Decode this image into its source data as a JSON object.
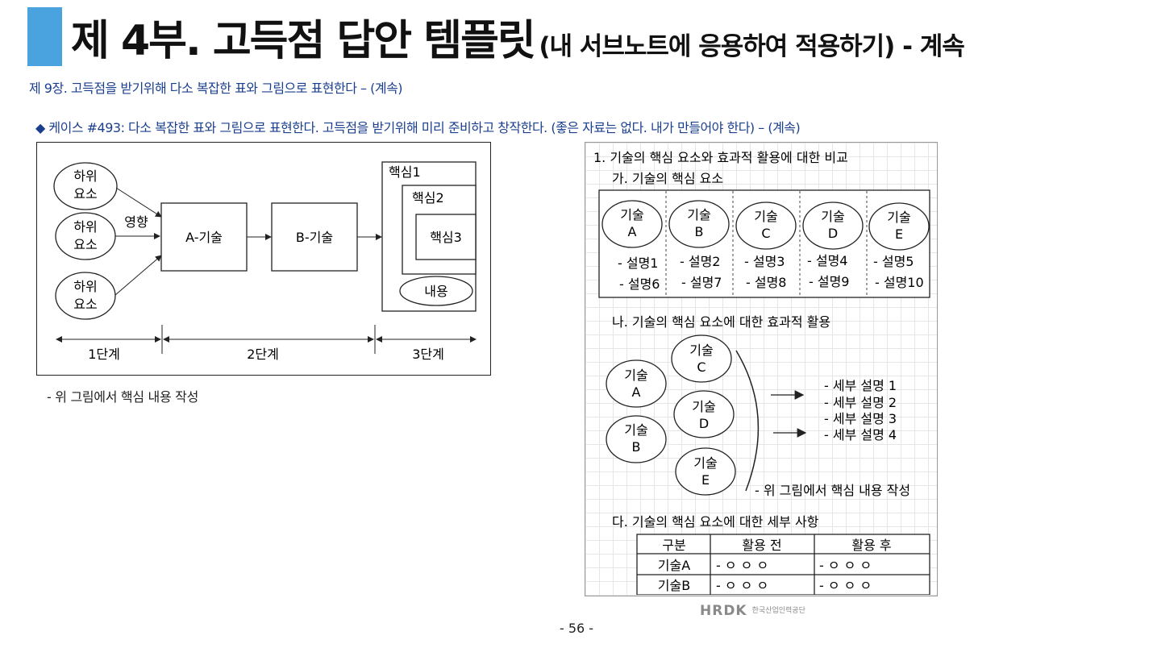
{
  "header": {
    "title_main": "제 4부. 고득점 답안 템플릿",
    "title_suffix": "(내 서브노트에 응용하여 적용하기) - 계속"
  },
  "subtitle": "제 9장. 고득점을 받기위해 다소 복잡한 표와 그림으로 표현한다 – (계속)",
  "case_line": "◆ 케이스 #493: 다소 복잡한 표와 그림으로 표현한다. 고득점을 받기위해 미리 준비하고 창작한다. (좋은 자료는 없다. 내가 만들어야 한다) – (계속)",
  "left_diagram": {
    "sub_elements": [
      "하위",
      "요소"
    ],
    "influence": "영향",
    "tech_a": "A-기술",
    "tech_b": "B-기술",
    "core1": "핵심1",
    "core2": "핵심2",
    "core3": "핵심3",
    "content": "내용",
    "stages": [
      "1단계",
      "2단계",
      "3단계"
    ],
    "note": "- 위 그림에서 핵심 내용 작성"
  },
  "right_panel": {
    "heading": "1. 기술의 핵심 요소와 효과적 활용에 대한 비교",
    "section_a": "가. 기술의 핵심 요소",
    "techs": [
      {
        "line1": "기술",
        "line2": "A",
        "desc1": "- 설명1",
        "desc2": "- 설명6"
      },
      {
        "line1": "기술",
        "line2": "B",
        "desc1": "- 설명2",
        "desc2": "- 설명7"
      },
      {
        "line1": "기술",
        "line2": "C",
        "desc1": "- 설명3",
        "desc2": "- 설명8"
      },
      {
        "line1": "기술",
        "line2": "D",
        "desc1": "- 설명4",
        "desc2": "- 설명9"
      },
      {
        "line1": "기술",
        "line2": "E",
        "desc1": "- 설명5",
        "desc2": "- 설명10"
      }
    ],
    "section_b": "나. 기술의 핵심 요소에 대한 효과적 활용",
    "b_techs": [
      {
        "line1": "기술",
        "line2": "C"
      },
      {
        "line1": "기술",
        "line2": "A"
      },
      {
        "line1": "기술",
        "line2": "D"
      },
      {
        "line1": "기술",
        "line2": "B"
      },
      {
        "line1": "기술",
        "line2": "E"
      }
    ],
    "details": [
      "- 세부 설명 1",
      "- 세부 설명 2",
      "- 세부 설명 3",
      "- 세부 설명 4"
    ],
    "b_note": "- 위 그림에서 핵심 내용 작성",
    "section_c": "다. 기술의 핵심 요소에 대한 세부 사항",
    "table": {
      "headers": [
        "구분",
        "활용 전",
        "활용 후"
      ],
      "rows": [
        [
          "기술A",
          "- ㅇ ㅇ ㅇ",
          "- ㅇ ㅇ ㅇ"
        ],
        [
          "기술B",
          "- ㅇ ㅇ ㅇ",
          "- ㅇ ㅇ ㅇ"
        ]
      ]
    }
  },
  "footer": {
    "logo": "HRDK",
    "org_name": "한국산업인력공단",
    "page": "- 56 -"
  }
}
